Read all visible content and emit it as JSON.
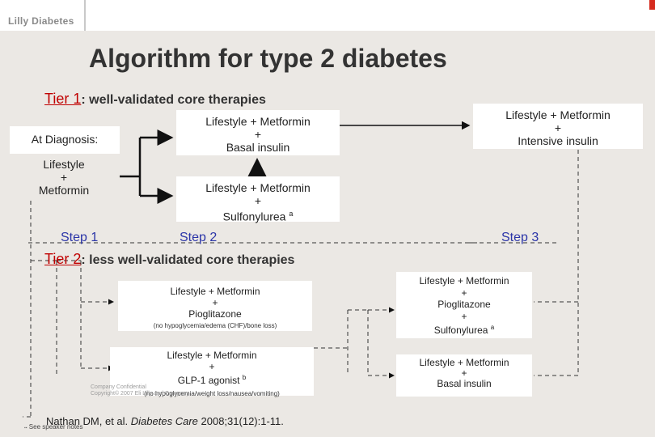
{
  "header": {
    "logo_text": "Lilly Diabetes"
  },
  "title": "Algorithm for type 2 diabetes",
  "tier1": {
    "label": "Tier 1",
    "text": ": well-validated core therapies"
  },
  "tier2": {
    "label": "Tier 2",
    "text": ": less well-validated core therapies"
  },
  "diagnosis": {
    "label": "At Diagnosis:",
    "line1": "Lifestyle",
    "line2": "+",
    "line3": "Metformin"
  },
  "boxes": {
    "basal": {
      "line1": "Lifestyle + Metformin",
      "line2": "+",
      "line3": "Basal insulin"
    },
    "sulfonylurea": {
      "line1": "Lifestyle + Metformin",
      "line2": "+",
      "line3": "Sulfonylurea",
      "sup": "a"
    },
    "intensive": {
      "line1": "Lifestyle + Metformin",
      "line2": "+",
      "line3": "Intensive insulin"
    },
    "pioglitazone": {
      "line1": "Lifestyle + Metformin",
      "line2": "+",
      "line3": "Pioglitazone",
      "note": "(no hypoglycemia/edema (CHF)/bone loss)"
    },
    "glp1": {
      "line1": "Lifestyle + Metformin",
      "line2": "+",
      "line3": "GLP-1 agonist",
      "sup": "b",
      "note": "(no hypoglycemia/weight loss/nausea/vomiting)"
    },
    "pio_su": {
      "line1": "Lifestyle + Metformin",
      "line2": "+",
      "line3": "Pioglitazone",
      "line4": "+",
      "line5": "Sulfonylurea",
      "sup": "a"
    },
    "basal2": {
      "line1": "Lifestyle + Metformin",
      "line2": "+",
      "line3": "Basal insulin"
    }
  },
  "steps": {
    "step1": "Step 1",
    "step2": "Step 2",
    "step3": "Step 3"
  },
  "footer": {
    "citation_prefix": "Nathan DM, et al.",
    "citation_journal": "Diabetes Care",
    "citation_suffix": "2008;31(12):1-11.",
    "speaker_notes": "See speaker notes",
    "confidential_1": "Company Confidential",
    "confidential_2": "Copyright© 2007 Eli Lilly and Company"
  },
  "colors": {
    "accent_red": "#c00000",
    "step_blue": "#2b35a8",
    "slide_bg": "#ebe8e4"
  }
}
